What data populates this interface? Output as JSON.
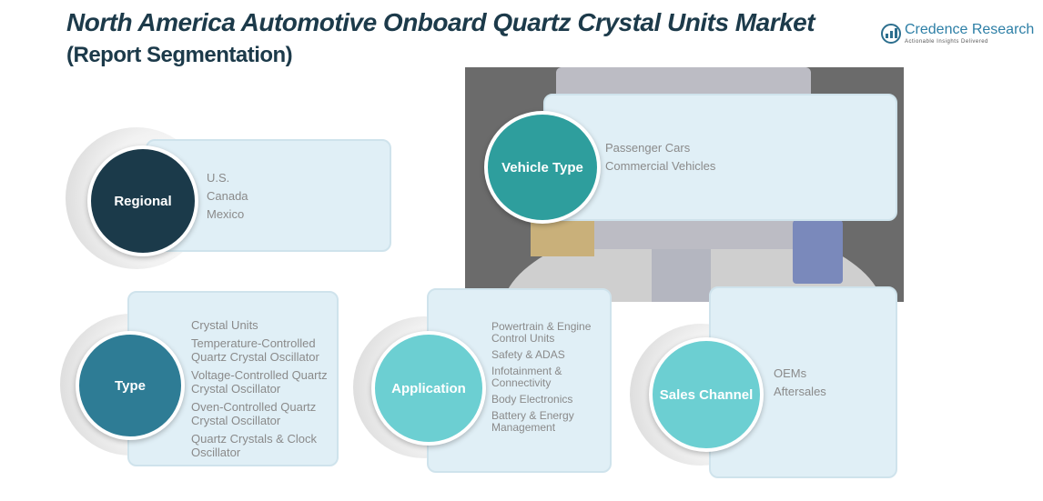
{
  "title": {
    "main": "North America Automotive Onboard Quartz Crystal Units Market",
    "sub": "(Report Segmentation)"
  },
  "logo": {
    "name": "Credence Research",
    "tagline": "Actionable Insights Delivered"
  },
  "colors": {
    "regional": "#1b3a4a",
    "vehicle": "#2e9e9d",
    "type": "#2e7c95",
    "application": "#6ccfd2",
    "sales": "#6ccfd2"
  },
  "segments": {
    "regional": {
      "label": "Regional",
      "items": [
        "U.S.",
        "Canada",
        "Mexico"
      ]
    },
    "vehicle": {
      "label": "Vehicle Type",
      "items": [
        "Passenger Cars",
        "Commercial Vehicles"
      ]
    },
    "type": {
      "label": "Type",
      "items": [
        "Crystal Units",
        "Temperature-Controlled Quartz Crystal Oscillator",
        "Voltage-Controlled Quartz Crystal Oscillator",
        "Oven-Controlled Quartz Crystal Oscillator",
        "Quartz Crystals & Clock Oscillator"
      ]
    },
    "application": {
      "label": "Application",
      "items": [
        "Powertrain & Engine Control Units",
        "Safety & ADAS",
        "Infotainment & Connectivity",
        "Body Electronics",
        "Battery & Energy Management"
      ]
    },
    "sales": {
      "label": "Sales Channel",
      "items": [
        "OEMs",
        "Aftersales"
      ]
    }
  }
}
